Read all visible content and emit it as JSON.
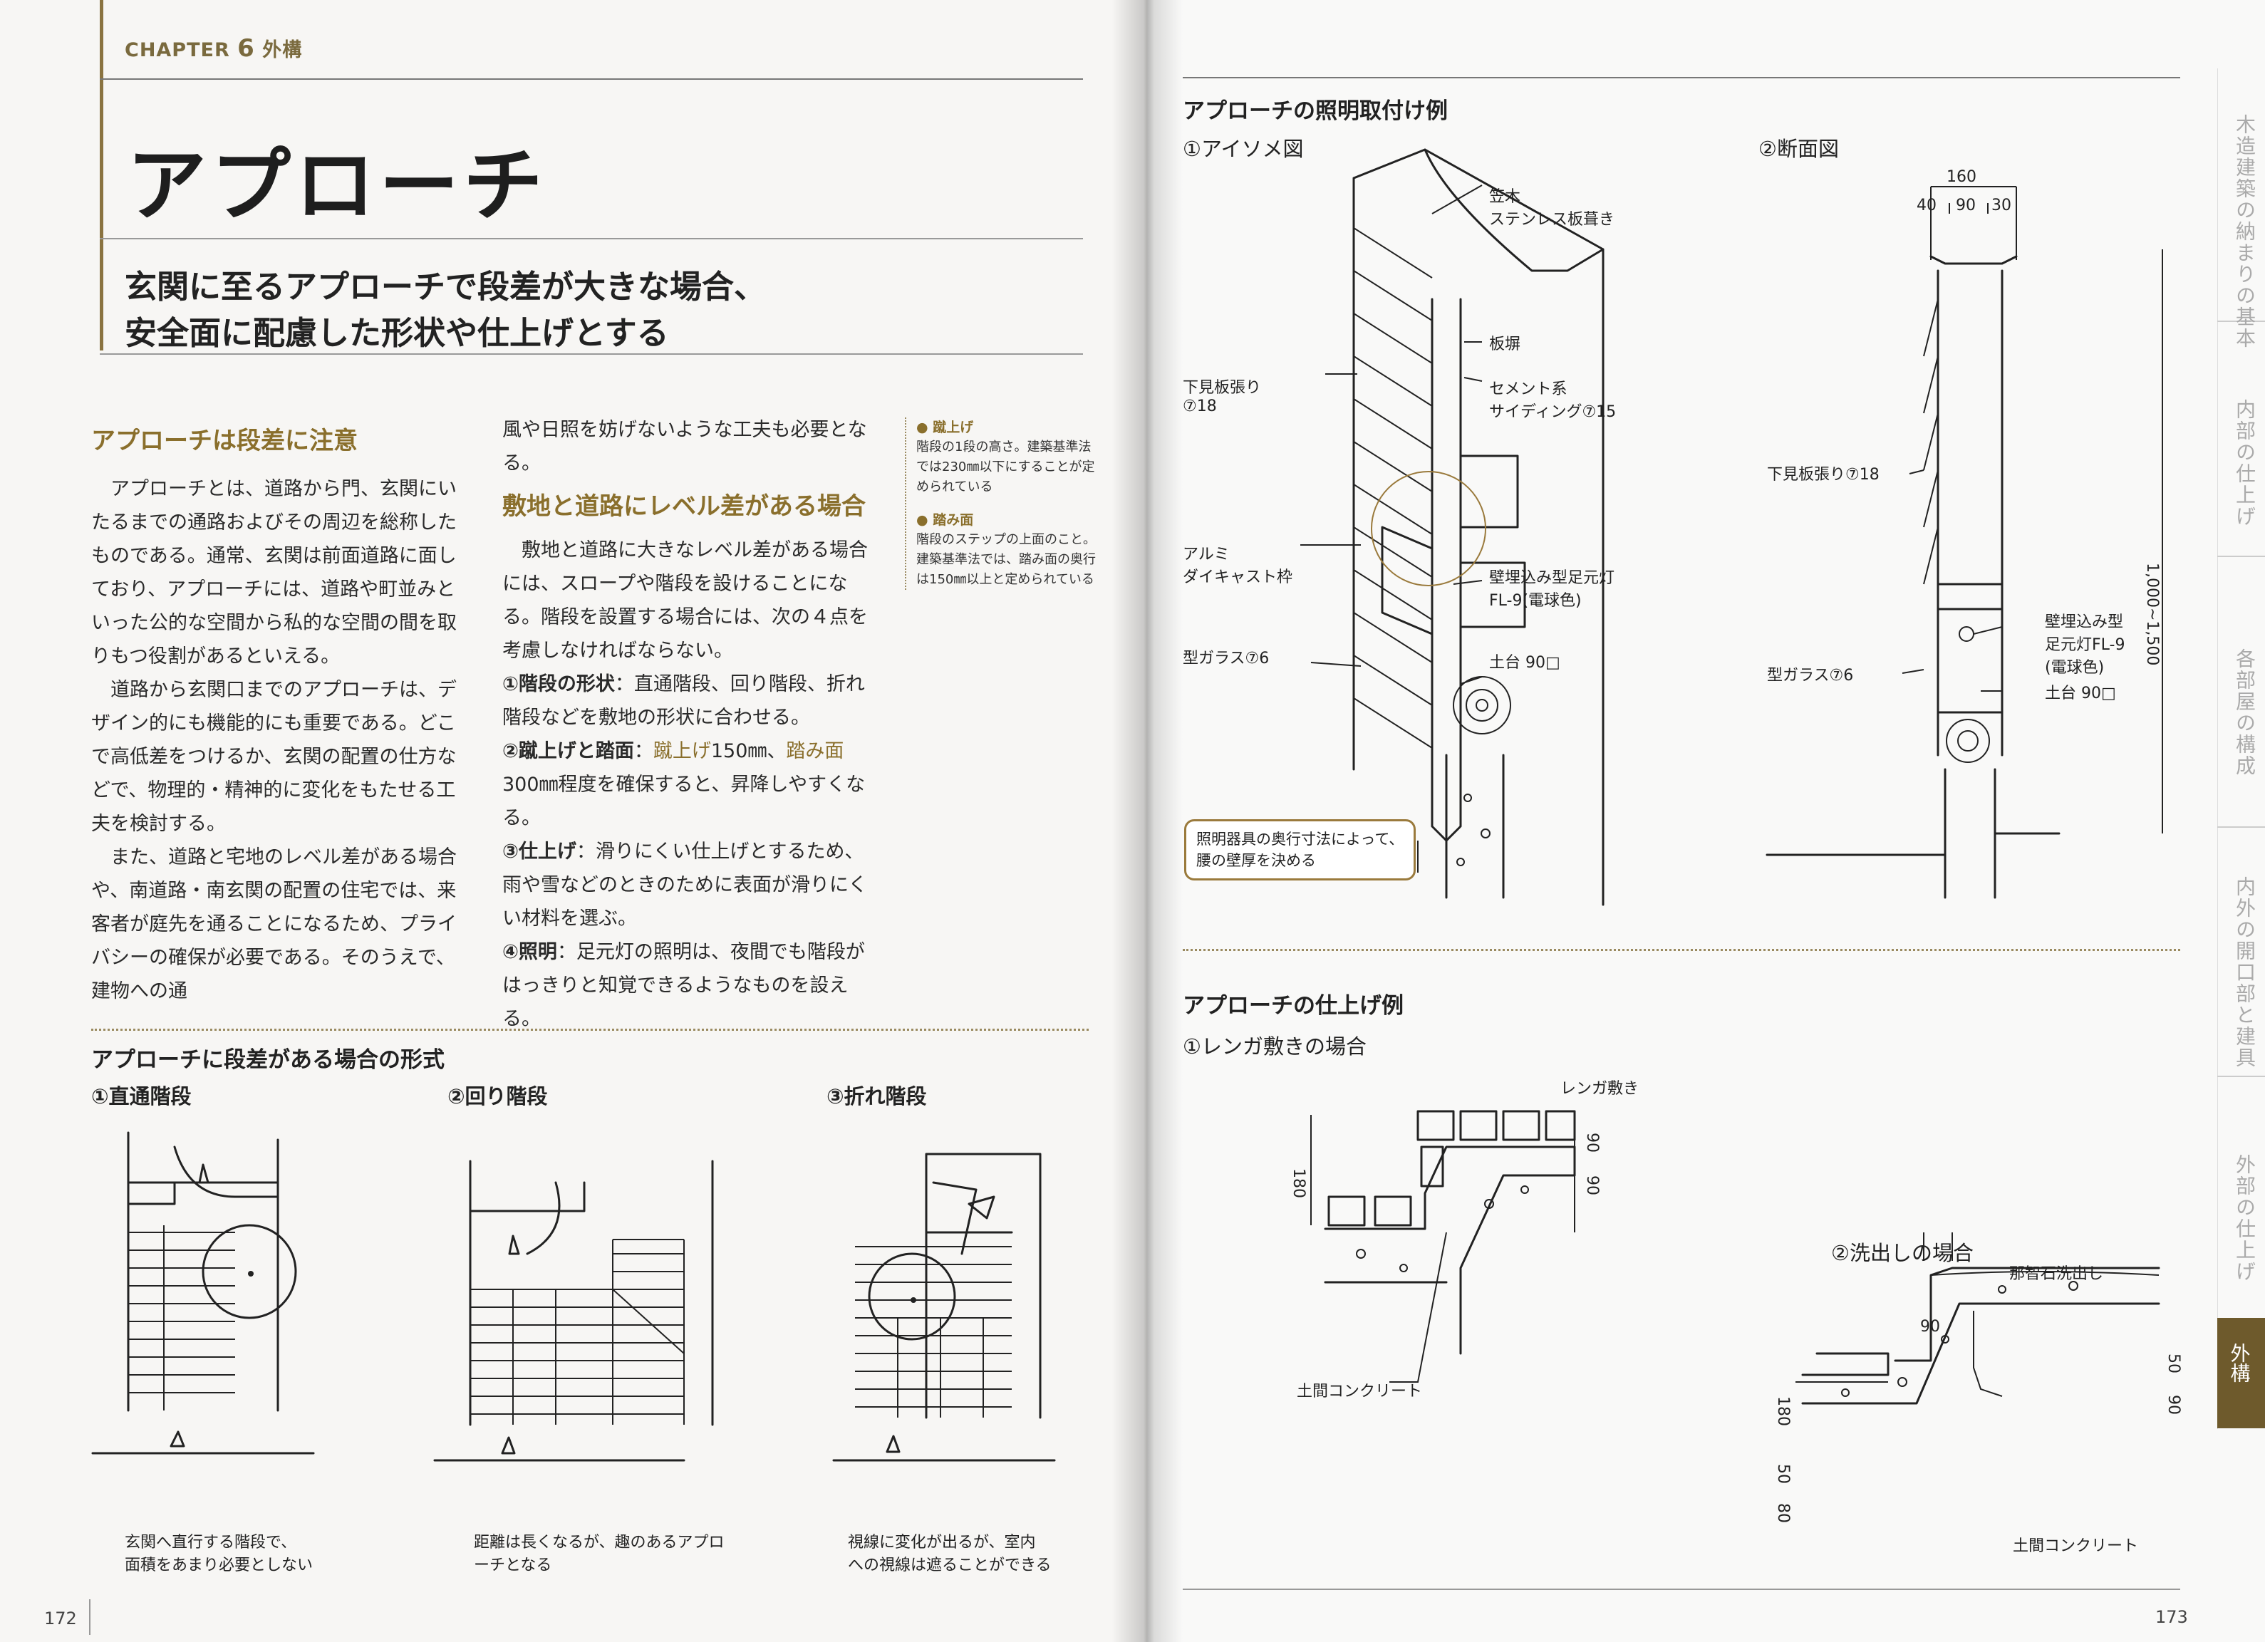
{
  "left_page": {
    "chapter": {
      "prefix": "CHAPTER",
      "number": "6",
      "name": "外構"
    },
    "title": "アプローチ",
    "lead": [
      "玄関に至るアプローチで段差が大きな場合、",
      "安全面に配慮した形状や仕上げとする"
    ],
    "section1": {
      "heading": "アプローチは段差に注意",
      "paragraphs": [
        "アプローチとは、道路から門、玄関にいたるまでの通路およびその周辺を総称したものである。通常、玄関は前面道路に面しており、アプローチには、道路や町並みといった公的な空間から私的な空間の間を取りもつ役割があるといえる。",
        "道路から玄関口までのアプローチは、デザイン的にも機能的にも重要である。どこで高低差をつけるか、玄関の配置の仕方などで、物理的・精神的に変化をもたせる工夫を検討する。",
        "また、道路と宅地のレベル差がある場合や、南道路・南玄関の配置の住宅では、来客者が庭先を通ることになるため、プライバシーの確保が必要である。そのうえで、建物への通"
      ]
    },
    "section1_cont": "風や日照を妨げないような工夫も必要となる。",
    "section2": {
      "heading": "敷地と道路にレベル差がある場合",
      "intro": "敷地と道路に大きなレベル差がある場合には、スロープや階段を設けることになる。階段を設置する場合には、次の４点を考慮しなければならない。",
      "items": [
        {
          "label": "①階段の形状",
          "text": "：直通階段、回り階段、折れ階段などを敷地の形状に合わせる。"
        },
        {
          "label": "②蹴上げと踏面",
          "text_a": "：",
          "hl_a": "蹴上げ",
          "text_b": "150㎜、",
          "hl_b": "踏み面",
          "text_c": "300㎜程度を確保すると、昇降しやすくなる。"
        },
        {
          "label": "③仕上げ",
          "text": "：滑りにくい仕上げとするため、雨や雪などのときのために表面が滑りにくい材料を選ぶ。"
        },
        {
          "label": "④照明",
          "text": "：足元灯の照明は、夜間でも階段がはっきりと知覚できるようなものを設える。"
        }
      ]
    },
    "sidenotes": [
      {
        "term": "蹴上げ",
        "text": "階段の1段の高さ。建築基準法では230㎜以下にすることが定められている"
      },
      {
        "term": "踏み面",
        "text": "階段のステップの上面のこと。建築基準法では、踏み面の奥行は150㎜以上と定められている"
      }
    ],
    "figure": {
      "heading": "アプローチに段差がある場合の形式",
      "panels": [
        {
          "title": "①直通階段",
          "caption": [
            "玄関へ直行する階段で、",
            "面積をあまり必要としない"
          ]
        },
        {
          "title": "②回り階段",
          "caption": [
            "距離は長くなるが、趣のあるアプロ",
            "ーチとなる"
          ]
        },
        {
          "title": "③折れ階段",
          "caption": [
            "視線に変化が出るが、室内",
            "への視線は遮ることができる"
          ]
        }
      ]
    },
    "page_number": "172"
  },
  "right_page": {
    "fig1": {
      "heading": "アプローチの照明取付け例",
      "iso_title": "①アイソメ図",
      "section_title": "②断面図",
      "iso_labels": {
        "kasagi": [
          "笠木",
          "ステンレス板葺き"
        ],
        "itabei": "板塀",
        "siding": [
          "セメント系",
          "サイディング⑦15"
        ],
        "shitami": [
          "下見板張り",
          "⑦18"
        ],
        "alumi": [
          "アルミ",
          "ダイキャスト枠"
        ],
        "light": [
          "壁埋込み型足元灯",
          "FL-9(電球色)"
        ],
        "glass": "型ガラス⑦6",
        "dodai": "土台 90□",
        "note": [
          "照明器具の奥行寸法によって、",
          "腰の壁厚を決める"
        ]
      },
      "section_labels": {
        "dim_total": "160",
        "dims": [
          "40",
          "90",
          "30"
        ],
        "height": "1,000~1,500",
        "shitami": "下見板張り⑦18",
        "light": [
          "壁埋込み型",
          "足元灯FL-9",
          "(電球色)"
        ],
        "glass": "型ガラス⑦6",
        "dodai": "土台 90□"
      }
    },
    "fig2": {
      "heading": "アプローチの仕上げ例",
      "brick_title": "①レンガ敷きの場合",
      "brick_labels": {
        "renga": "レンガ敷き",
        "concrete": "土間コンクリート",
        "h180": "180",
        "d90a": "90",
        "d90b": "90"
      },
      "wash_title": "②洗出しの場合",
      "wash_labels": {
        "nachi": "那智石洗出し",
        "concrete": "土間コンクリート",
        "w90": "90",
        "d50": "50",
        "d90": "90",
        "h180": "180",
        "d50b": "50",
        "d80": "80"
      }
    },
    "tabs": [
      "木造建築の納まりの基本",
      "内部の仕上げ",
      "各部屋の構成",
      "内外の開口部と建具",
      "外部の仕上げ",
      "外構"
    ],
    "page_number": "173",
    "accent": "#6e5a2c"
  }
}
